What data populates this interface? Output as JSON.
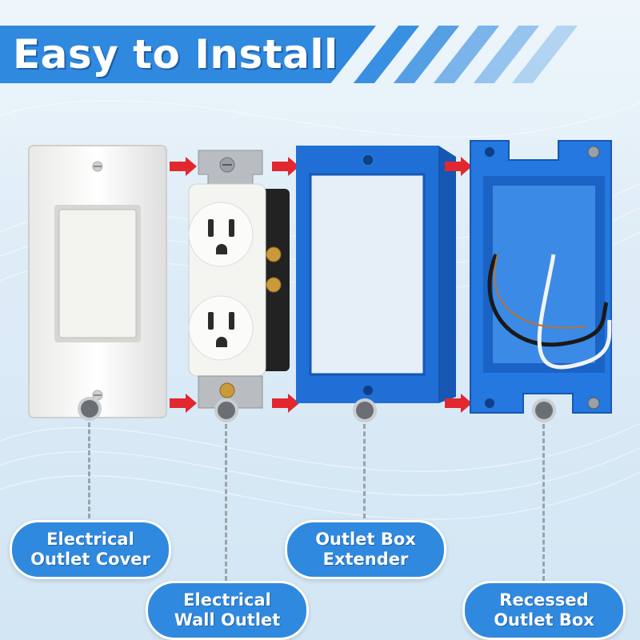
{
  "header": {
    "title": "Easy to Install"
  },
  "labels": {
    "cover": "Electrical\nOutlet Cover",
    "outlet": "Electrical\nWall Outlet",
    "extender": "Outlet Box\nExtender",
    "box": "Recessed\nOutlet Box"
  },
  "colors": {
    "accent": "#2f89df",
    "arrow": "#e2272e",
    "box_blue": "#1f6fd6",
    "cover_white": "#f7f7f5"
  }
}
